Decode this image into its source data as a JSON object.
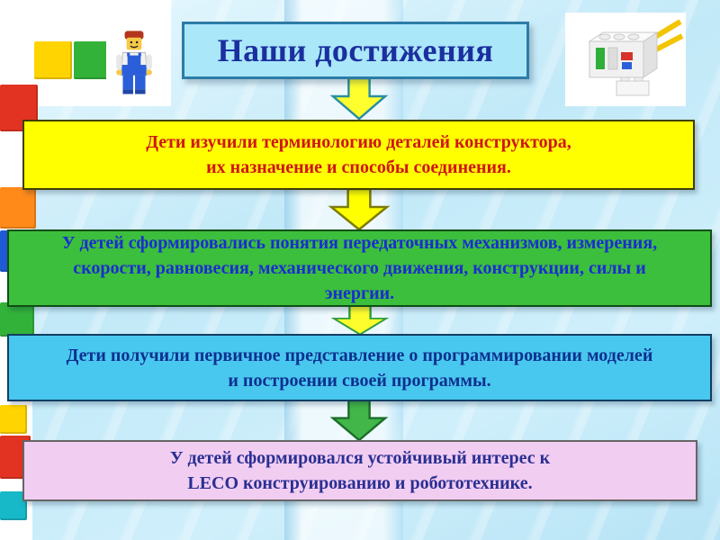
{
  "slide": {
    "title": "Наши достижения",
    "title_box": {
      "bg": "#a9e7f9",
      "border_color": "#2d7ca6",
      "text_color": "#1b2f9e"
    },
    "boxes": [
      {
        "text": "Дети изучили терминологию деталей конструктора,\nих назначение и способы соединения.",
        "bg": "#ffff00",
        "border_color": "#3f3f00",
        "text_color": "#cf1616"
      },
      {
        "text": "У детей сформировались понятия передаточных механизмов, измерения,\nскорости, равновесия, механического движения, конструкции,  силы и\nэнергии.",
        "bg": "#3cbf3c",
        "border_color": "#0f4f16",
        "text_color": "#1a2ed0"
      },
      {
        "text": "Дети получили первичное представление о программировании моделей\nи построении своей программы.",
        "bg": "#49c8ef",
        "border_color": "#123e63",
        "text_color": "#0e3090"
      },
      {
        "text": "У детей сформировался устойчивый интерес к\nLECO  конструированию и робототехнике.",
        "bg": "#f2cdf2",
        "border_color": "#666666",
        "text_color": "#2a2f92"
      }
    ],
    "arrows": [
      {
        "fill": "#ffff2e",
        "stroke": "#2a8fa0"
      },
      {
        "fill": "#ffff00",
        "stroke": "#7d7d06"
      },
      {
        "fill": "#fdfd2e",
        "stroke": "#2f9e3f"
      },
      {
        "fill": "#43b649",
        "stroke": "#1c6e2a"
      }
    ],
    "icons": {
      "minifigure": "lego-minifigure",
      "bricks": "lego-bricks"
    }
  }
}
